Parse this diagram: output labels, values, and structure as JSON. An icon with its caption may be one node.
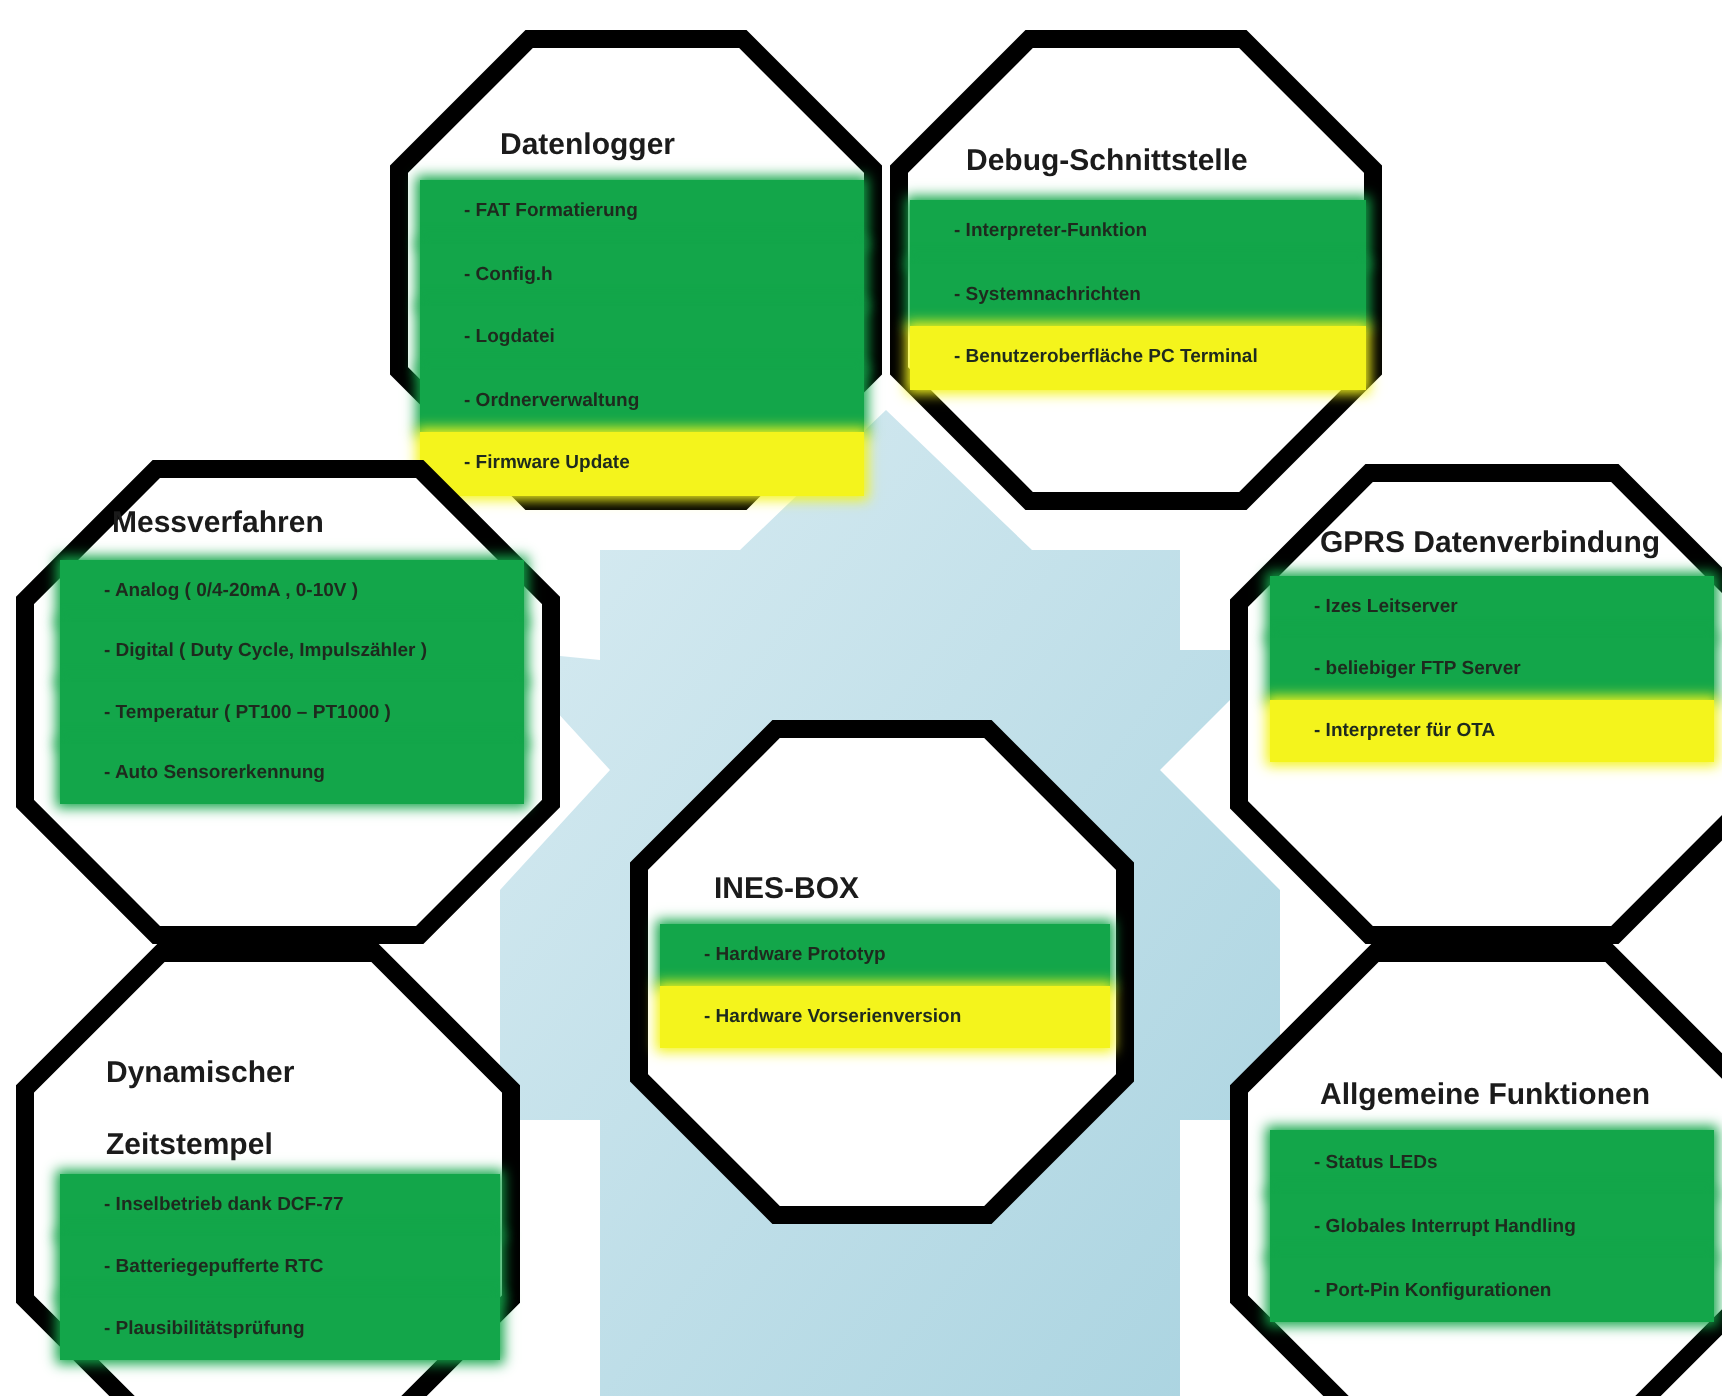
{
  "diagram": {
    "nodes": [
      {
        "text": [
          "Datenlogger",
          "- FAT Formatierung",
          "- Config.h",
          "- Logdatei",
          "- Ordnerverwaltung",
          "- Firmware Update"
        ]
      },
      {
        "text": [
          "Debug-Schnittstelle",
          "- Interpreter-Funktion",
          "- Systemnachrichten",
          "- Benutzeroberfläche PC Terminal"
        ]
      },
      {
        "text": [
          "Messverfahren",
          "- Analog ( 0/4-20mA , 0-10V )",
          "- Digital ( Duty Cycle, Impulszähler )",
          "- Temperatur ( PT100 – PT1000 )",
          "- Auto Sensorerkennung"
        ]
      },
      {
        "text": [
          "GPRS Datenverbindung",
          "- Izes Leitserver",
          "- beliebiger FTP Server",
          "- Interpreter für OTA"
        ]
      },
      {
        "text": [
          "INES-BOX",
          "- Hardware Prototyp",
          "- Hardware Vorserienversion"
        ]
      },
      {
        "text": [
          "Dynamischer Zeitstempel",
          "- Inselbetrieb dank DCF-77",
          "- Batteriegepufferte RTC",
          "- Plausibilitätsprüfung"
        ]
      },
      {
        "text": [
          "Allgemeine Funktionen",
          "- Status LEDs",
          "- Globales Interrupt Handling",
          "- Port-Pin Konfigurationen"
        ]
      }
    ]
  }
}
